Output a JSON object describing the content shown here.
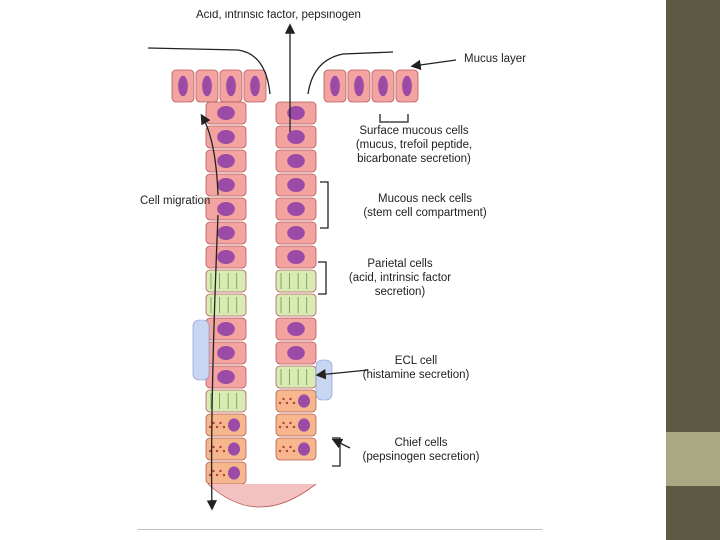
{
  "theme": {
    "sidebar_color": "#5c5a43",
    "sidebar_accent_color": "#a9a784",
    "cell_pink": "#f3a3a0",
    "cell_green": "#d9ebb5",
    "cell_orange": "#f7b78d",
    "nucleus_purple": "#9b4ba6",
    "nucleus_blue": "#6a8fd6",
    "line_color": "#222222"
  },
  "diagram": {
    "top_label": "Acid, intrinsic factor, pepsinogen",
    "mucus_layer": "Mucus layer",
    "cell_migration": "Cell migration",
    "surface_mucous": {
      "title": "Surface mucous cells",
      "line2": "(mucus, trefoil peptide,",
      "line3": "bicarbonate secretion)"
    },
    "mucous_neck": {
      "title": "Mucous neck cells",
      "line2": "(stem cell compartment)"
    },
    "parietal": {
      "title": "Parietal cells",
      "line2": "(acid, intrinsic factor",
      "line3": "secretion)"
    },
    "ecl": {
      "title": "ECL cell",
      "line2": "(histamine secretion)"
    },
    "chief": {
      "title": "Chief cells",
      "line2": "(pepsinogen secretion)"
    }
  }
}
